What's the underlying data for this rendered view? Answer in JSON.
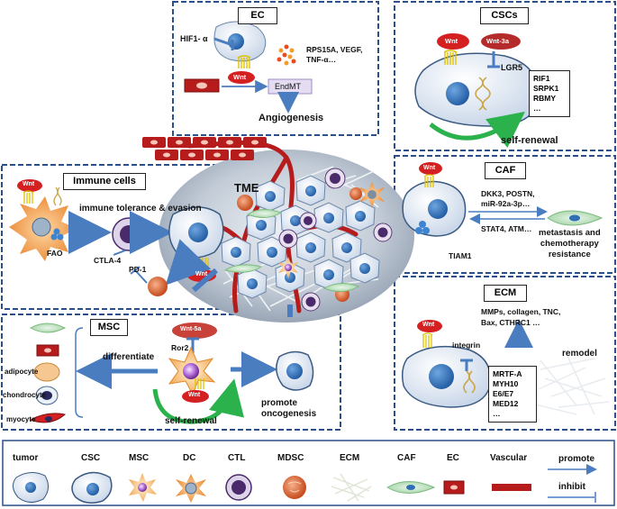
{
  "tme_label": "TME",
  "ec_panel": {
    "title": "EC",
    "hif_label": "HIF1- α",
    "factors": "RPS15A, VEGF,\nTNF-α…",
    "wnt_label": "Wnt",
    "endmt_label": "EndMT",
    "outcome": "Angiogenesis"
  },
  "cscs_panel": {
    "title": "CSCs",
    "wnt_label": "Wnt",
    "wnt3a_label": "Wnt-3a",
    "receptor_label": "LGR5",
    "genes": [
      "RIF1",
      "SRPK1",
      "RBMY",
      "…"
    ],
    "outcome": "self-renewal"
  },
  "caf_panel": {
    "title": "CAF",
    "wnt_label": "Wnt",
    "factors_top": [
      "DKK3, POSTN,",
      "miR-92a-3p…"
    ],
    "factors_mid": "STAT4, ATM…",
    "factor_bottom": "TIAM1",
    "outcome": "metastasis and\nchemotherapy\nresistance"
  },
  "ecm_panel": {
    "title": "ECM",
    "components": [
      "MMPs,  collagen, TNC,",
      "Bax, CTHRC1 …"
    ],
    "wnt_label": "Wnt",
    "receptor_label": "integrin",
    "genes": [
      "MRTF-A",
      "MYH10",
      "E6/E7",
      "MED12",
      "…"
    ],
    "outcome": "remodel"
  },
  "immune_panel": {
    "title": "Immune cells",
    "wnt_label": "Wnt",
    "subtitle": "immune tolerance & evasion",
    "fao_label": "FAO",
    "ctla4_label": "CTLA-4",
    "pd1_label": "PD-1",
    "tumor_wnt_label": "Wnt"
  },
  "msc_panel": {
    "title": "MSC",
    "wnt5a_label": "Wnt-5a",
    "receptor_label": "Ror2",
    "wnt_label": "Wnt",
    "differentiate_label": "differentiate",
    "renewal_label": "self-renewal",
    "outcome": "promote\noncogenesis",
    "cell_types": [
      "adipocyte",
      "chondrocyte",
      "myocyte"
    ]
  },
  "legend": {
    "items": [
      "tumor",
      "CSC",
      "MSC",
      "DC",
      "CTL",
      "MDSC",
      "ECM",
      "CAF",
      "EC",
      "Vascular"
    ],
    "promote_label": "promote",
    "inhibit_label": "inhibit"
  },
  "colors": {
    "panel_border": "#2b4f8a",
    "arrow_blue": "#4a7cc0",
    "wnt_red": "#d42020",
    "wnt3a_red": "#b52a2a",
    "wnt5a_red": "#c8423a",
    "vascular_red": "#b71c1c",
    "cell_fill": "#dfe8f3",
    "nucleus_blue": "#2f6fb6",
    "renewal_green": "#2bb24c",
    "tme_gray": "#a9b4c2"
  }
}
